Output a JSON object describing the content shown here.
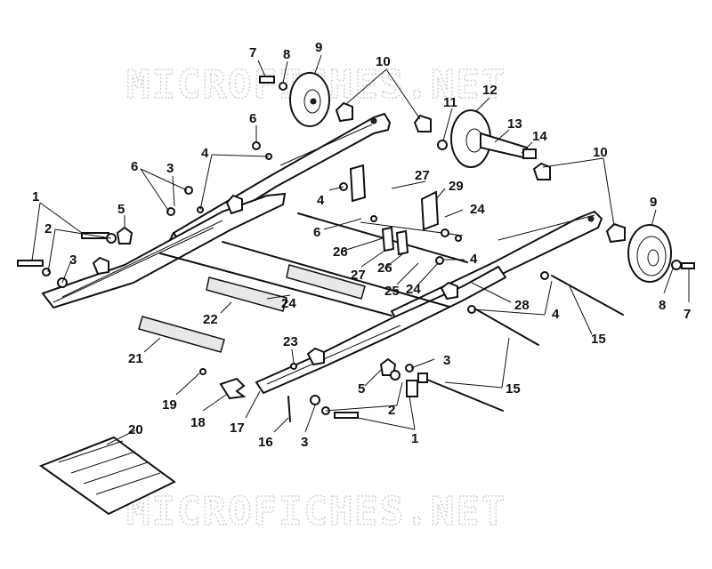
{
  "watermark": "MICROFICHES.NET",
  "callouts": {
    "c1a": "1",
    "c1b": "1",
    "c2a": "2",
    "c2b": "2",
    "c3a": "3",
    "c3b": "3",
    "c3c": "3",
    "c3d": "3",
    "c4a": "4",
    "c4b": "4",
    "c4c": "4",
    "c4d": "4",
    "c5a": "5",
    "c5b": "5",
    "c6a": "6",
    "c6b": "6",
    "c6c": "6",
    "c7a": "7",
    "c7b": "7",
    "c8a": "8",
    "c8b": "8",
    "c9a": "9",
    "c9b": "9",
    "c10a": "10",
    "c10b": "10",
    "c11": "11",
    "c12": "12",
    "c13": "13",
    "c14": "14",
    "c15a": "15",
    "c15b": "15",
    "c16": "16",
    "c17": "17",
    "c18": "18",
    "c19": "19",
    "c20": "20",
    "c21": "21",
    "c22": "22",
    "c23": "23",
    "c24a": "24",
    "c24b": "24",
    "c24c": "24",
    "c25": "25",
    "c26a": "26",
    "c26b": "26",
    "c27a": "27",
    "c27b": "27",
    "c28": "28",
    "c29": "29"
  }
}
